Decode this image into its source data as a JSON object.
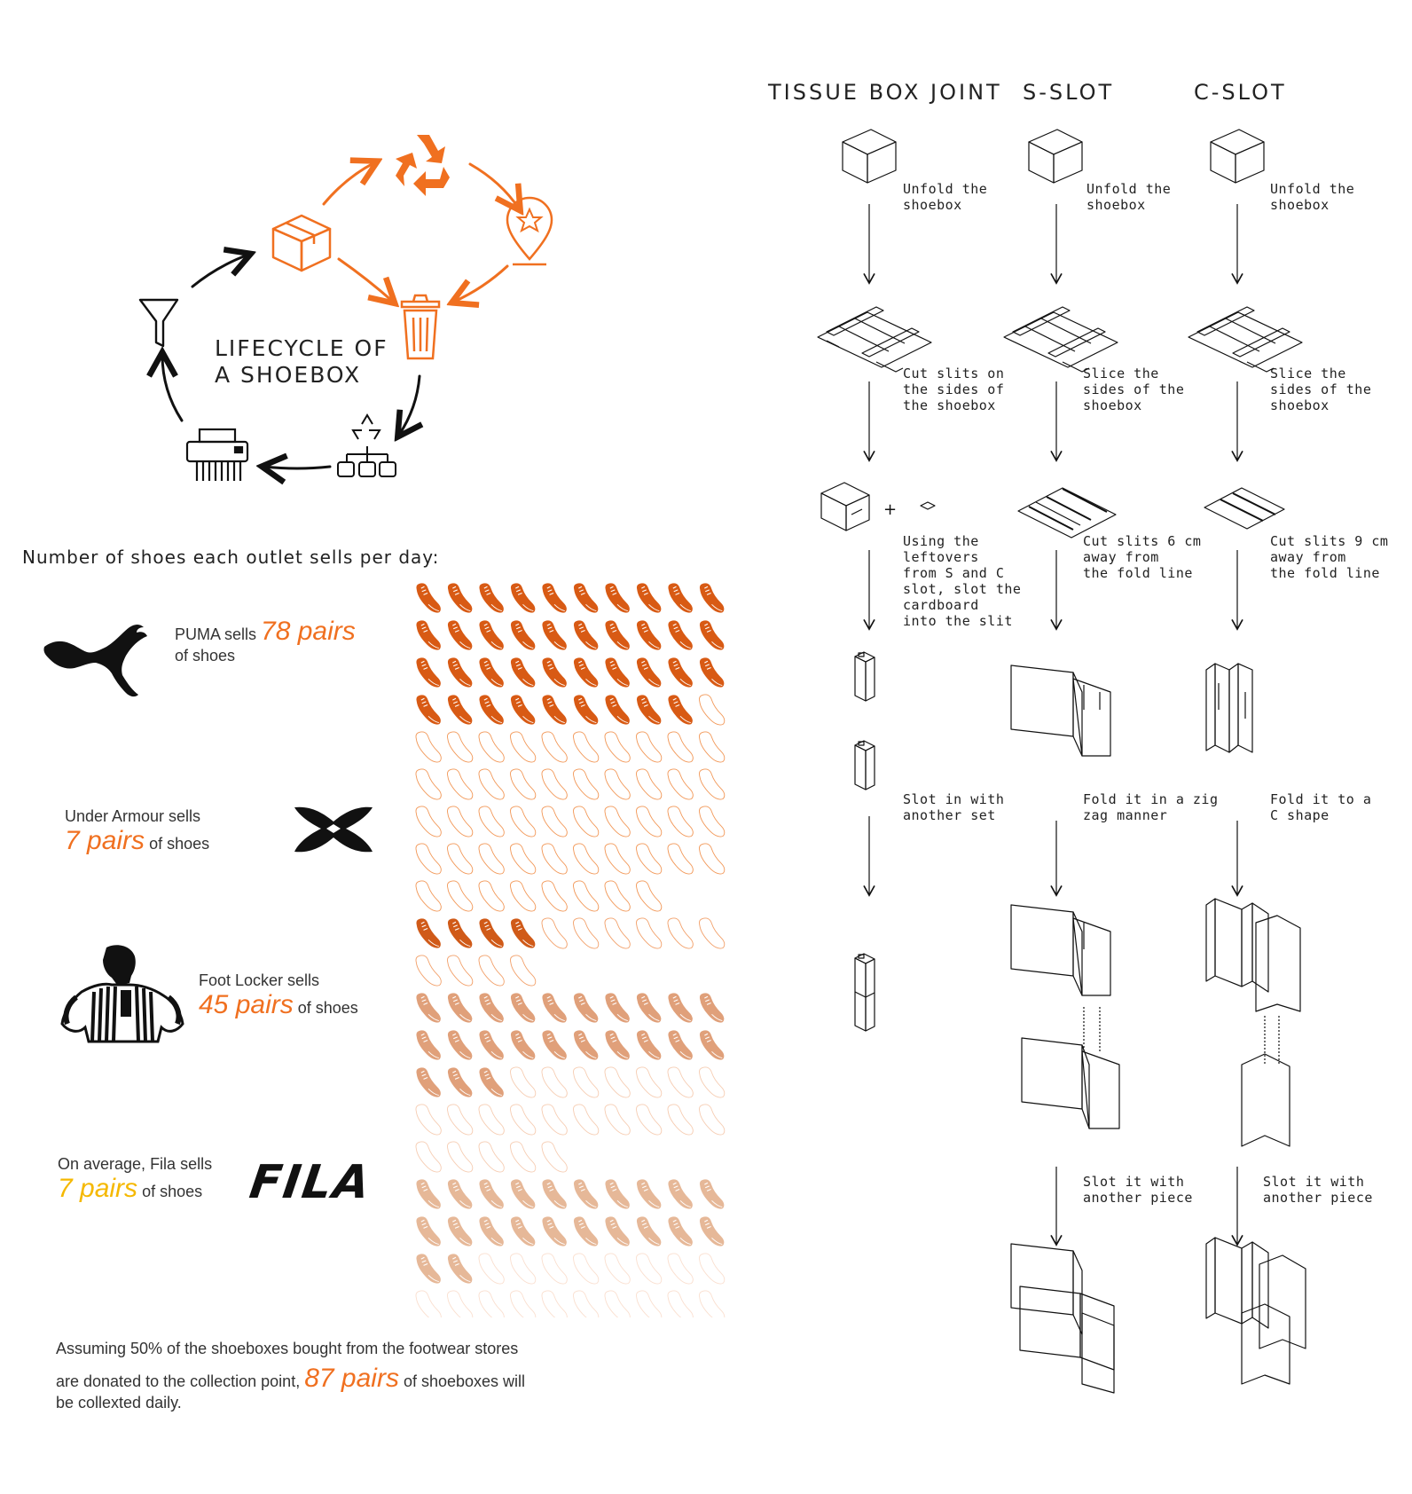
{
  "lifecycle": {
    "title_line1": "LIFECYCLE OF",
    "title_line2": "A SHOEBOX"
  },
  "outlets": {
    "heading": "Number of shoes each outlet sells per day:",
    "puma": {
      "prefix": "PUMA sells",
      "count": "78 pairs",
      "suffix": "of shoes",
      "pairs": 78
    },
    "under_armour": {
      "prefix": "Under Armour sells",
      "count": "7 pairs",
      "suffix": "of shoes",
      "pairs": 7
    },
    "foot_locker": {
      "prefix": "Foot Locker sells",
      "count": "45 pairs",
      "suffix": "of shoes",
      "pairs": 45
    },
    "fila": {
      "prefix": "On average, Fila sells",
      "count": "7 pairs",
      "suffix": "of shoes",
      "pairs": 7,
      "logo_text": "FILA"
    },
    "footer_line1": "Assuming 50% of the shoeboxes bought from the footwear stores",
    "footer_pre": "are donated to the collection point,",
    "footer_count": "87 pairs",
    "footer_post": "of shoeboxes will",
    "footer_line3": "be collexted daily.",
    "colors": {
      "orange": "#f07020",
      "yellow": "#f5b800"
    }
  },
  "joints": {
    "columns": [
      {
        "title": "TISSUE BOX JOINT",
        "steps": [
          "Unfold the\nshoebox",
          "Cut slits on\nthe sides of\nthe shoebox",
          "Using the\nleftovers\nfrom S and C\nslot, slot the\ncardboard\ninto the slit",
          "Slot in with\nanother set"
        ]
      },
      {
        "title": "S-SLOT",
        "steps": [
          "Unfold the\nshoebox",
          "Slice the\nsides of the\nshoebox",
          "Cut slits 6 cm\naway from\nthe fold line",
          "Fold it in a zig\nzag manner",
          "Slot it with\nanother piece"
        ]
      },
      {
        "title": "C-SLOT",
        "steps": [
          "Unfold the\nshoebox",
          "Slice the\nsides of the\nshoebox",
          "Cut slits 9 cm\naway from\nthe fold line",
          "Fold it to a\nC shape",
          "Slot it with\nanother piece"
        ]
      }
    ]
  }
}
